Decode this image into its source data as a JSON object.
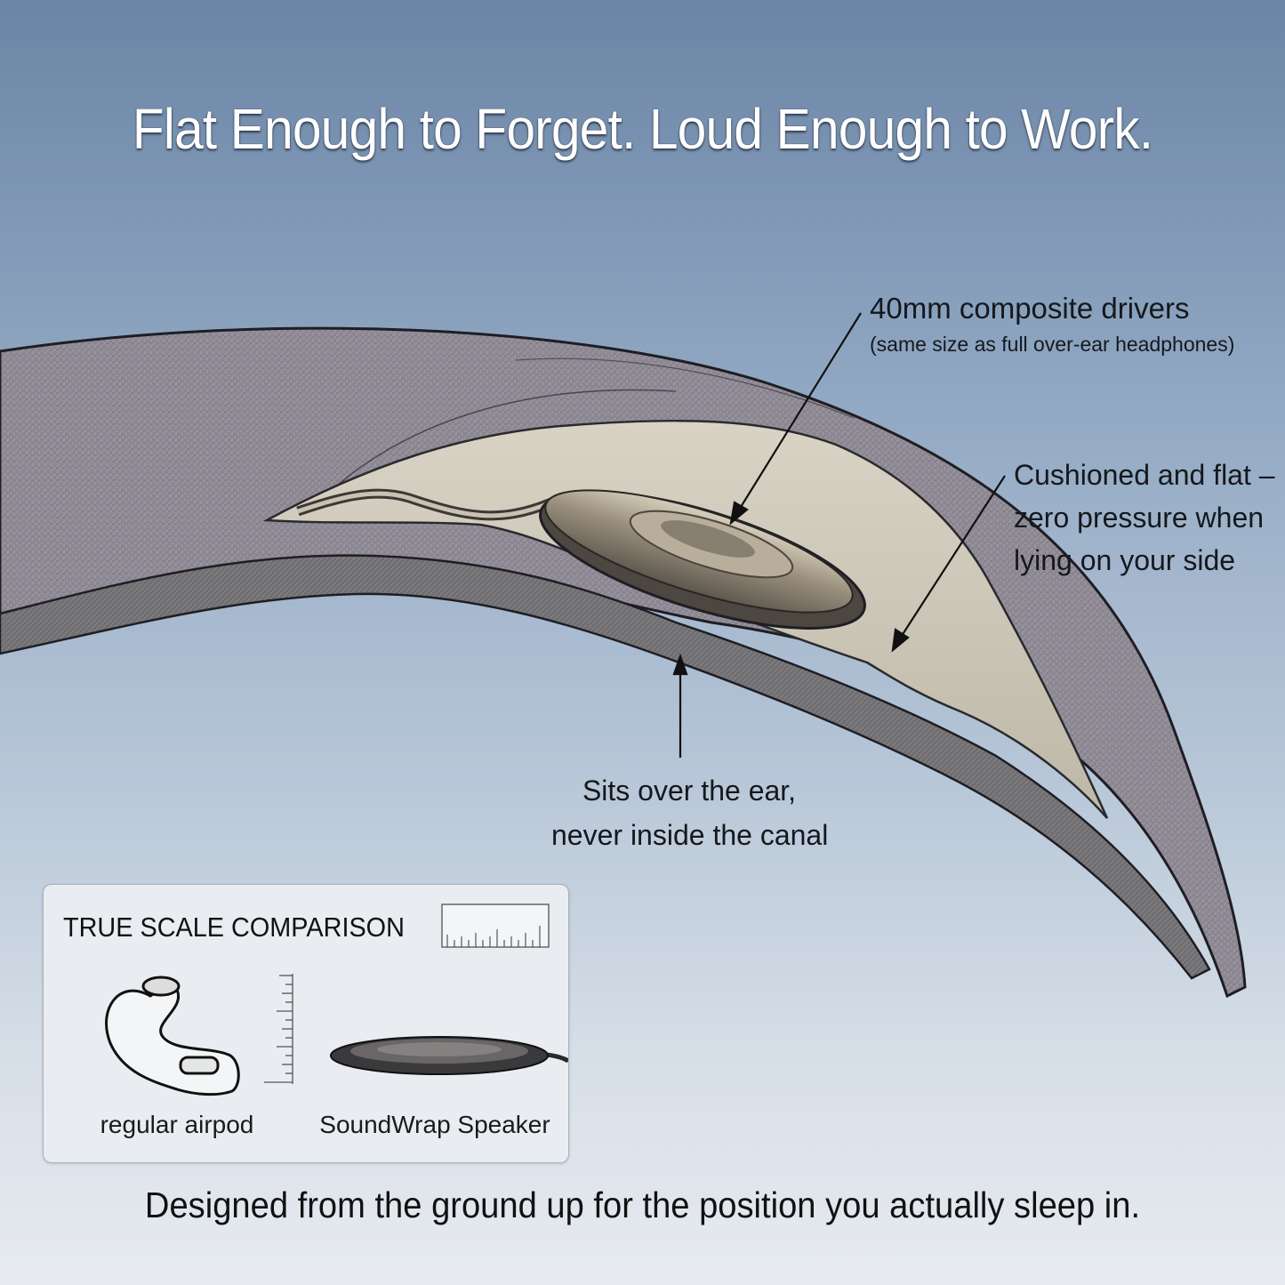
{
  "headline": "Flat Enough to Forget. Loud Enough to Work.",
  "callouts": {
    "drivers_title": "40mm composite drivers",
    "drivers_subtitle": "(same size as full over-ear headphones)",
    "cushion_line1": "Cushioned and flat –",
    "cushion_line2": "zero pressure when",
    "cushion_line3": "lying on your side",
    "sits_line1": "Sits over the ear,",
    "sits_line2": "never inside the canal"
  },
  "scale_comparison": {
    "title": "TRUE SCALE COMPARISON",
    "left_label": "regular airpod",
    "right_label": "SoundWrap Speaker"
  },
  "footer": "Designed from the ground up for the position you actually sleep in.",
  "colors": {
    "fabric_outer": "#8a8690",
    "fabric_inner": "#cbc6b8",
    "outline": "#1e1e24",
    "driver_metal": "#a59a86"
  }
}
